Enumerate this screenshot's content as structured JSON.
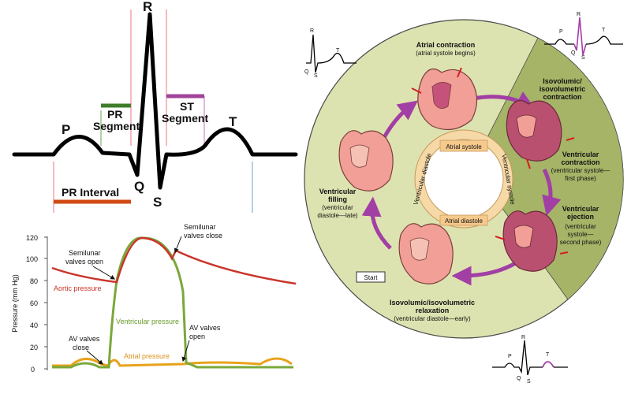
{
  "ecg": {
    "p": "P",
    "q": "Q",
    "r": "R",
    "s": "S",
    "t": "T",
    "pr_segment_1": "PR",
    "pr_segment_2": "Segment",
    "st_segment_1": "ST",
    "st_segment_2": "Segment",
    "pr_interval": "PR Interval"
  },
  "pressure_plot": {
    "ylabel": "Pressure (mm Hg)",
    "yticks": [
      "0",
      "20",
      "40",
      "60",
      "80",
      "100",
      "120"
    ],
    "semilunar_open": [
      "Semilunar",
      "valves open"
    ],
    "semilunar_close": [
      "Semilunar",
      "valves close"
    ],
    "av_close": [
      "AV valves",
      "close"
    ],
    "av_open": [
      "AV valves",
      "open"
    ],
    "aortic": "Aortic pressure",
    "ventricular": "Ventricular pressure",
    "atrial": "Atrial pressure"
  },
  "cycle": {
    "atrial_contraction": [
      "Atrial contraction",
      "(atrial systole begins)"
    ],
    "isovolumic_contraction": [
      "Isovolumic/",
      "isovolumetric",
      "contraction"
    ],
    "ventricular_contraction": [
      "Ventricular",
      "contraction",
      "(ventricular systole—",
      "first phase)"
    ],
    "ventricular_ejection": [
      "Ventricular",
      "ejection",
      "(ventricular",
      "systole—",
      "second phase)"
    ],
    "relaxation": [
      "Isovolumic/isovolumetric",
      "relaxation",
      "(ventricular diastole—early)"
    ],
    "filling": [
      "Ventricular",
      "filling",
      "(ventricular",
      "diastole—late)"
    ],
    "ring_atrial_systole": "Atrial systole",
    "ring_atrial_diastole": "Atrial diastole",
    "ring_ventricular_diastole": "Ventricular diastole",
    "ring_ventricular_systole": "Ventricular systole",
    "start": "Start"
  },
  "mini_ecg": {
    "p": "P",
    "q": "Q",
    "r": "R",
    "s": "S",
    "t": "T"
  },
  "colors": {
    "aortic": "#c9352b",
    "ventricular": "#7aa83a",
    "atrial": "#e8a21a",
    "pr_interval": "#d04a12",
    "pr_segment": "#3f7d2a",
    "st_segment": "#a0449a",
    "circle_light": "#dde3b0",
    "circle_dark": "#a6b468",
    "arrow": "#a23fa5"
  }
}
